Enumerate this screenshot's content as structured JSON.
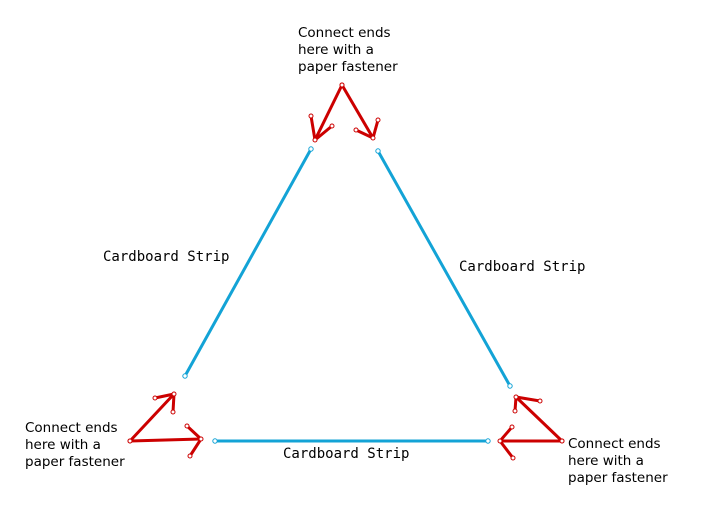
{
  "colors": {
    "strip": "#13a3d6",
    "arrow": "#cc0000",
    "dot_fill": "#ffffff",
    "text": "#000000"
  },
  "strips": [
    {
      "id": "left",
      "label": "Cardboard Strip"
    },
    {
      "id": "right",
      "label": "Cardboard Strip"
    },
    {
      "id": "bottom",
      "label": "Cardboard Strip"
    }
  ],
  "notes": [
    {
      "id": "top",
      "lines": [
        "Connect ends",
        "here with a",
        "paper fastener"
      ]
    },
    {
      "id": "bottom-left",
      "lines": [
        "Connect ends",
        "here with a",
        "paper fastener"
      ]
    },
    {
      "id": "bottom-right",
      "lines": [
        "Connect ends",
        "here with a",
        "paper fastener"
      ]
    }
  ],
  "icons": {
    "arrow": "red-arrow-icon",
    "endpoint": "endpoint-dot-icon"
  }
}
